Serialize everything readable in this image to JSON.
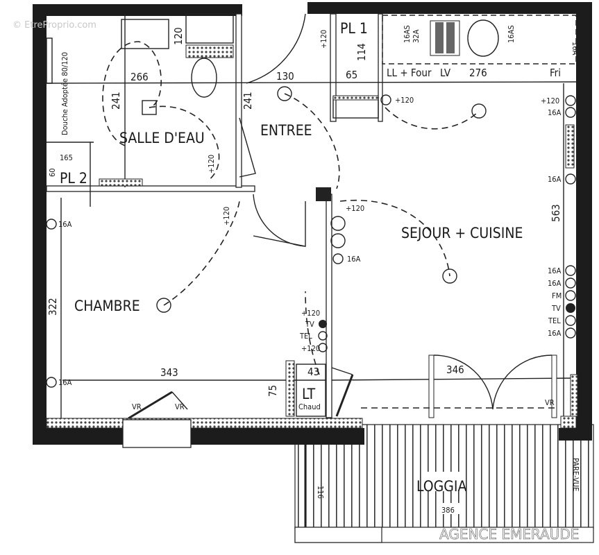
{
  "watermarks": {
    "top": "© EtreProprio.com",
    "bottom": "AGENCE EMERAUDE"
  },
  "rooms": {
    "salle_deau": "SALLE D'EAU",
    "entree": "ENTREE",
    "sejour_cuisine": "SEJOUR + CUISINE",
    "chambre": "CHAMBRE",
    "loggia": "LOGGIA",
    "pl1": "PL 1",
    "pl2": "PL 2",
    "lt": "LT",
    "lt_sub": "Chaud"
  },
  "fixtures": {
    "douche": "Douche Adoptée 80/120",
    "ll_four": "LL + Four",
    "lv": "LV",
    "fri": "Fri",
    "pare_vue": "PARE-VUE",
    "vr": "VR"
  },
  "dimensions": {
    "d266": "266",
    "d241a": "241",
    "d241b": "241",
    "d130": "130",
    "d120": "120",
    "d65": "65",
    "d114": "114",
    "d276": "276",
    "d563": "563",
    "d165": "165",
    "d60": "60",
    "d343": "343",
    "d322": "322",
    "d75": "75",
    "d43": "43",
    "d346": "346",
    "d116": "116",
    "d386": "386"
  },
  "electrical": {
    "p120": "+120",
    "a16": "16A",
    "tv": "TV",
    "tel": "TEL",
    "fm": "FM",
    "a16as": "16AS",
    "a32": "32A"
  }
}
